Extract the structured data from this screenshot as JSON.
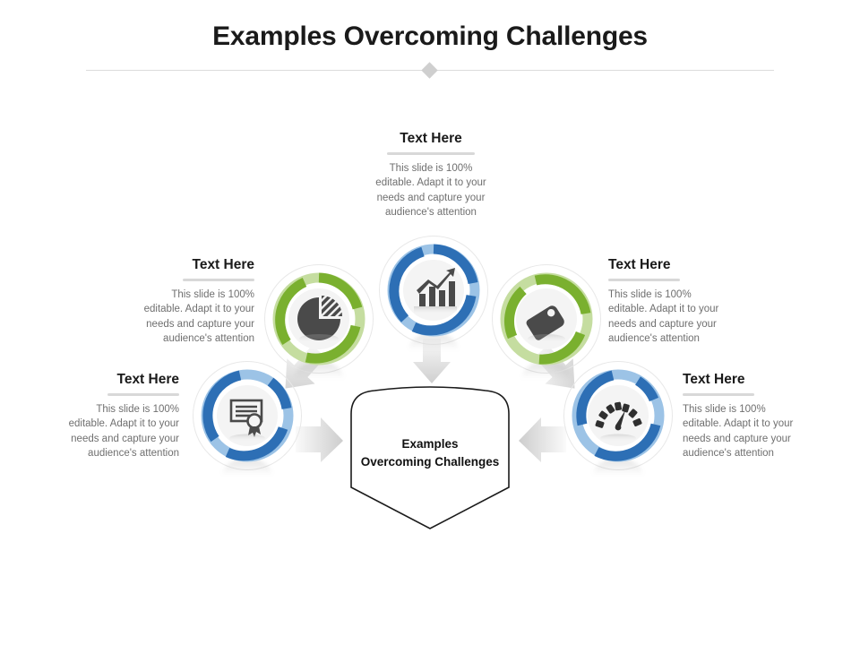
{
  "slide": {
    "title": "Examples Overcoming Challenges",
    "divider_icon": "diamond-icon"
  },
  "center": {
    "label_line1": "Examples",
    "label_line2": "Overcoming Challenges",
    "shape": "shield-pentagon"
  },
  "colors": {
    "blue": "#2d6fb5",
    "blue_light": "#9cc3e6",
    "green": "#7ab02f",
    "green_light": "#c5dda0",
    "icon_gray": "#4a4a4a",
    "heading": "#1a1a1a",
    "body_text": "#6f6f6f",
    "rule": "#d8d8d8",
    "arrow_start": "#f2f2f2",
    "arrow_end": "#cfcfcf"
  },
  "body_text": "This slide is 100% editable. Adapt it to your needs and capture your audience's attention",
  "text_blocks": [
    {
      "id": "top",
      "heading": "Text Here",
      "line1": "This  slide is 100%",
      "line2": "editable.  Adapt it to your",
      "line3": "needs  and capture  your",
      "line4": "audience's  attention",
      "align": "center"
    },
    {
      "id": "left-upper",
      "heading": "Text Here",
      "line1": "This  slide is 100%",
      "line2": "editable.  Adapt it to your",
      "line3": "needs  and capture  your",
      "line4": "audience's  attention",
      "align": "right"
    },
    {
      "id": "left-lower",
      "heading": "Text Here",
      "line1": "This  slide is 100%",
      "line2": "editable.  Adapt it to your",
      "line3": "needs  and capture  your",
      "line4": "audience's  attention",
      "align": "right"
    },
    {
      "id": "right-upper",
      "heading": "Text Here",
      "line1": "This  slide is 100%",
      "line2": "editable.  Adapt it to your",
      "line3": "needs  and capture  your",
      "line4": "audience's  attention",
      "align": "left"
    },
    {
      "id": "right-lower",
      "heading": "Text Here",
      "line1": "This  slide is 100%",
      "line2": "editable.  Adapt it to your",
      "line3": "needs  and capture  your",
      "line4": "audience's  attention",
      "align": "left"
    }
  ],
  "icons": [
    {
      "id": "top",
      "name": "growth-bar-chart-icon",
      "ring": "blue"
    },
    {
      "id": "pie",
      "name": "pie-chart-icon",
      "ring": "green"
    },
    {
      "id": "tag",
      "name": "price-tag-icon",
      "ring": "green"
    },
    {
      "id": "cert",
      "name": "certificate-award-icon",
      "ring": "blue"
    },
    {
      "id": "gauge",
      "name": "speedometer-gauge-icon",
      "ring": "blue"
    }
  ],
  "arrows": [
    {
      "id": "top-to-center",
      "direction": "down"
    },
    {
      "id": "pie-to-center",
      "direction": "down-right"
    },
    {
      "id": "tag-to-center",
      "direction": "down-left"
    },
    {
      "id": "certificate-to-center",
      "direction": "right"
    },
    {
      "id": "gauge-to-center",
      "direction": "left"
    }
  ]
}
